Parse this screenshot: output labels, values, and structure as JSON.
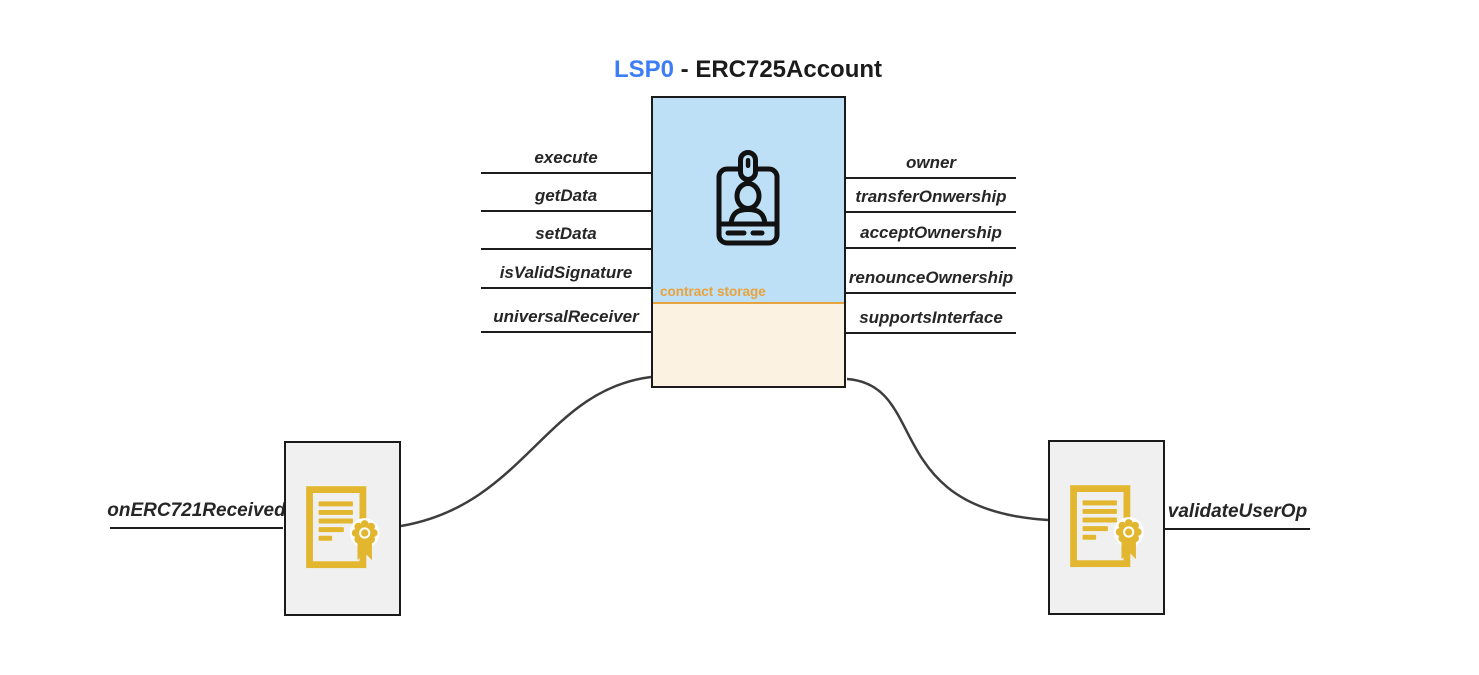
{
  "title": {
    "highlight": "LSP0",
    "rest": " - ERC725Account"
  },
  "contract": {
    "storage_label": "contract storage",
    "left_methods": [
      "execute",
      "getData",
      "setData",
      "isValidSignature",
      "universalReceiver"
    ],
    "right_methods": [
      "owner",
      "transferOnwership",
      "acceptOwnership",
      "renounceOwnership",
      "supportsInterface"
    ]
  },
  "external_hooks": {
    "left": "onERC721Received",
    "right": "validateUserOp"
  },
  "icons": {
    "contract": "id-badge-icon",
    "external_left": "certificate-icon",
    "external_right": "certificate-icon"
  },
  "colors": {
    "accent_blue": "#3D7DF6",
    "box_blue": "#BEE0F6",
    "box_cream": "#FCF2E2",
    "storage_orange": "#E8A33C",
    "certificate_gold": "#E2B72F",
    "entry_box_gray": "#F0F0F0",
    "border_dark": "#1A1A1A",
    "connector_gray": "#3D3D3D"
  }
}
